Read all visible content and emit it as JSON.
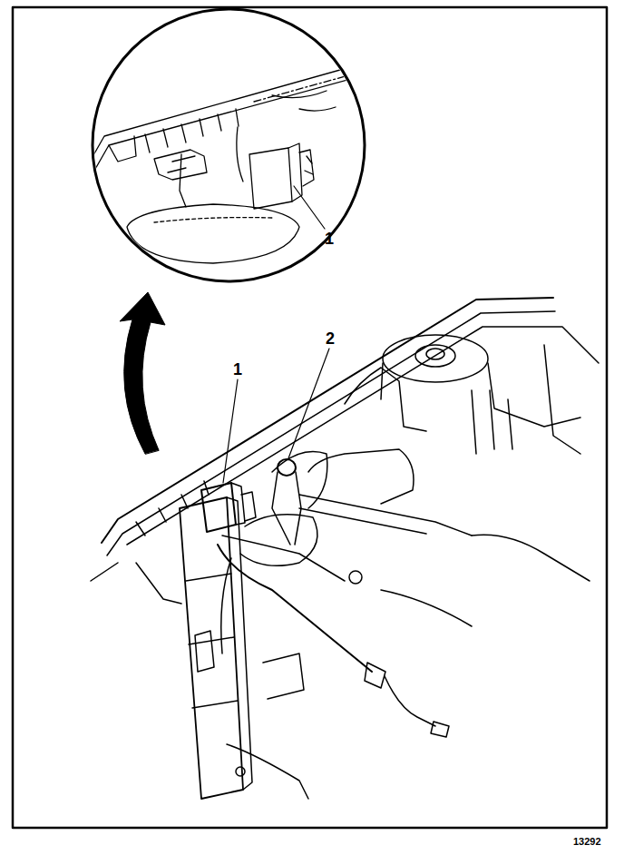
{
  "diagram": {
    "labels": [
      "1",
      "2",
      "1",
      "13292"
    ]
  }
}
